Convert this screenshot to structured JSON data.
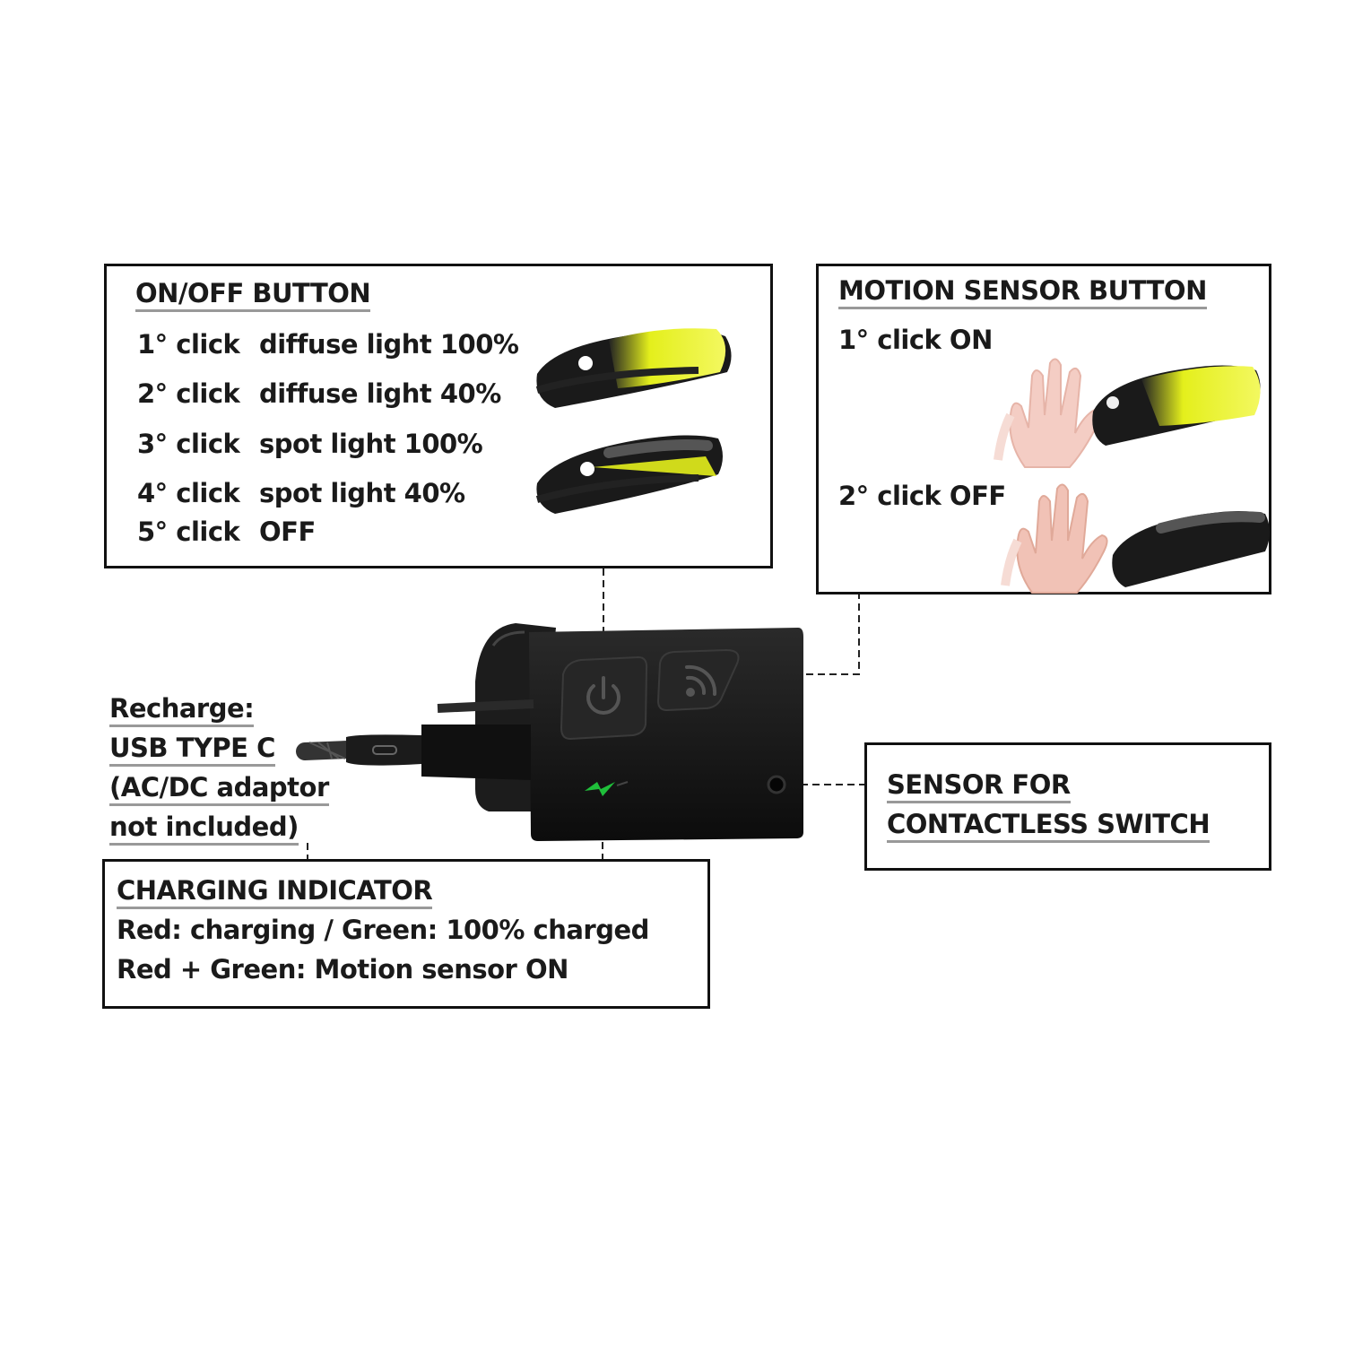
{
  "on_off": {
    "title": "ON/OFF BUTTON",
    "rows": [
      {
        "click": "1° click",
        "mode": "diffuse light 100%"
      },
      {
        "click": "2° click",
        "mode": "diffuse light 40%"
      },
      {
        "click": "3° click",
        "mode": "spot light 100%"
      },
      {
        "click": "4° click",
        "mode": "spot light 40%"
      },
      {
        "click": "5° click",
        "mode": "OFF"
      }
    ]
  },
  "motion": {
    "title": "MOTION SENSOR BUTTON",
    "on_label": "1° click ON",
    "off_label": "2° click OFF"
  },
  "recharge": {
    "line1": "Recharge:",
    "line2": "USB TYPE C",
    "line3": "(AC/DC adaptor",
    "line4": "not included)"
  },
  "charging": {
    "title": "CHARGING INDICATOR",
    "line1": "Red: charging / Green: 100% charged",
    "line2": "Red + Green: Motion sensor ON"
  },
  "sensor": {
    "line1": "SENSOR FOR",
    "line2": "CONTACTLESS SWITCH"
  },
  "colors": {
    "light_yellow": "#e4ef1c",
    "led_green": "#1fbf3a",
    "device_black": "#151515"
  },
  "icons": [
    "power-icon",
    "wireless-signal-icon",
    "charging-led-icon",
    "hand-icon",
    "headlamp-icon"
  ]
}
